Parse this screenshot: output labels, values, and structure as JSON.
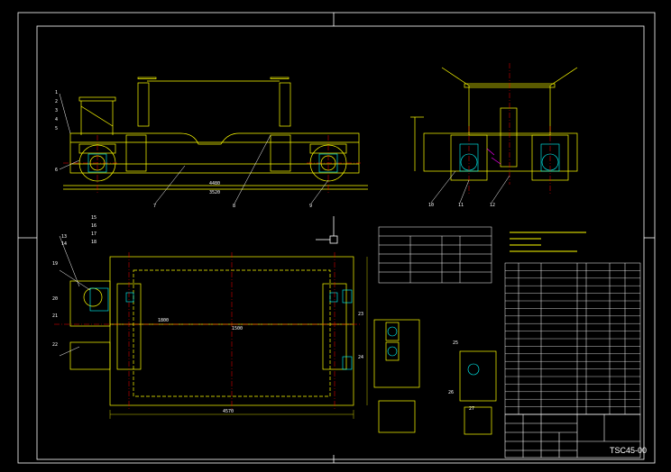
{
  "drawing": {
    "number": "TSC45-00",
    "colors": {
      "background": "#000000",
      "frame": "#ffffff",
      "outline": "#ffff00",
      "centerline": "#ff0000",
      "accent": "#00ffff",
      "hatch": "#ff00ff",
      "table": "#ffffff"
    },
    "part_callouts_front": [
      "1",
      "2",
      "3",
      "4",
      "5",
      "6",
      "7",
      "8",
      "9"
    ],
    "part_callouts_side": [
      "10",
      "11",
      "12"
    ],
    "part_callouts_plan": [
      "13",
      "14",
      "15",
      "16",
      "17",
      "18",
      "19",
      "20",
      "21",
      "22"
    ],
    "part_callouts_detail": [
      "23",
      "24",
      "25",
      "26",
      "27"
    ],
    "plan_dims": [
      "1800",
      "1500",
      "4570"
    ],
    "front_dims": [
      "4480",
      "3520"
    ]
  }
}
